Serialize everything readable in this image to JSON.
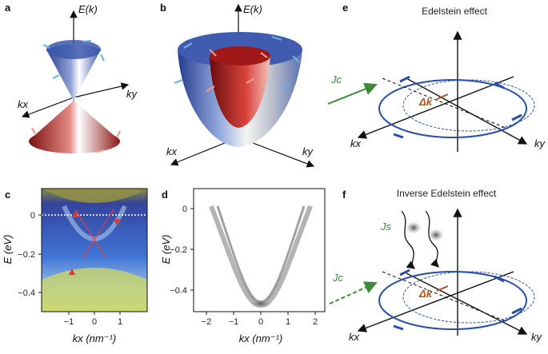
{
  "panels": {
    "a": {
      "label": "a",
      "axis_e": "E(k)",
      "axis_kx": "kx",
      "axis_ky": "ky"
    },
    "b": {
      "label": "b",
      "axis_e": "E(k)",
      "axis_kx": "kx",
      "axis_ky": "ky"
    },
    "c": {
      "label": "c",
      "ylabel": "E (eV)",
      "xlabel": "kx (nm⁻¹)",
      "yticks": [
        "0",
        "−0.2",
        "−0.4"
      ],
      "xticks": [
        "−1",
        "0",
        "1"
      ]
    },
    "d": {
      "label": "d",
      "ylabel": "E (eV)",
      "xlabel": "kx (nm⁻¹)",
      "yticks": [
        "0",
        "−0.2",
        "−0.4"
      ],
      "xticks": [
        "−2",
        "−1",
        "0",
        "1",
        "2"
      ]
    },
    "e": {
      "label": "e",
      "title": "Edelstein effect",
      "jc": "Jc",
      "dk": "Δk",
      "axis_kx": "kx",
      "axis_ky": "ky"
    },
    "f": {
      "label": "f",
      "title": "Inverse Edelstein effect",
      "js": "Js",
      "jc": "Jc",
      "dk": "Δk",
      "axis_kx": "kx",
      "axis_ky": "ky"
    }
  },
  "colors": {
    "blue_band": "#3a5fb0",
    "red_band": "#b3201f",
    "current": "#3e8a3a",
    "dk": "#b0531c",
    "ring": "#2a4fa8"
  }
}
